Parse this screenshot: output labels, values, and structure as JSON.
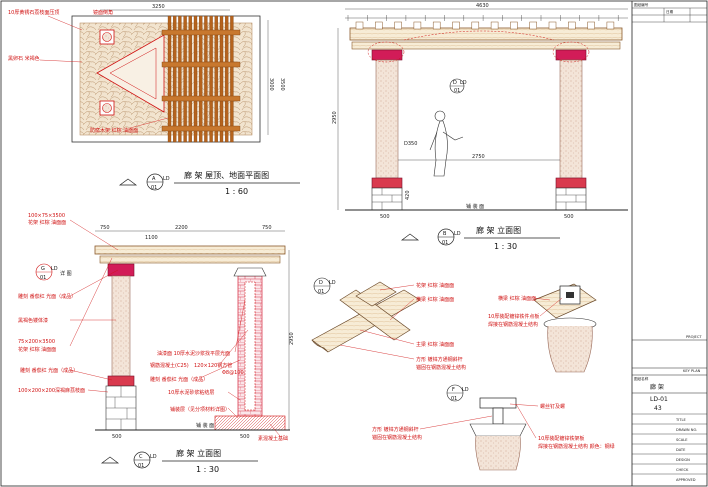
{
  "plan": {
    "title": "廊 架   屋顶、地面平面图",
    "scale": "1 : 60",
    "marker": {
      "letter": "A",
      "detail": "LD",
      "sheet": "01"
    },
    "dims": {
      "top": "3250",
      "right_a": "3000",
      "right_b": "3500"
    },
    "notes": {
      "stone_edge": "10厚黄锈石荔枝面压顶",
      "mirror_edge": "镜面倒角",
      "cobble": "黑卵石  米褐色",
      "wood_frame": "防腐木架  红棕  油面面"
    }
  },
  "elev_b": {
    "title": "廊 架   立面图",
    "scale": "1 : 30",
    "marker": {
      "letter": "B",
      "detail": "LD",
      "sheet": "01"
    },
    "detail_marker": {
      "letter": "D",
      "detail": "LD",
      "sheet": "01"
    },
    "dims": {
      "total": "4630",
      "height": "2950",
      "col_gap": "2750",
      "col_d": "D350",
      "base_h": "420",
      "base_w_l": "500",
      "base_w_r": "500"
    },
    "grade": "铺 装 面"
  },
  "elev_c": {
    "title": "廊 架   立面图",
    "scale": "1 : 30",
    "marker": {
      "letter": "C",
      "detail": "LD",
      "sheet": "01"
    },
    "detail_marker": {
      "letter": "G",
      "detail": "LD",
      "sheet": "01"
    },
    "detail_label": "详 图",
    "dims": {
      "w1": "750",
      "w2": "2200",
      "w3": "750",
      "inner": "1100",
      "height": "2950",
      "base_l": "500",
      "base_r": "500"
    },
    "notes": {
      "beam_spec": "100×75×3500",
      "beam_paint": "花架  红棕  油面面",
      "carve_top": "雕刻  番茄红  光面（成品）",
      "column_body": "黑褐色镂体漆",
      "purlin_spec": "75×200×3500",
      "purlin_paint": "花架  红棕  油面面",
      "carve_mid": "雕刻  番茄红  光面（成品）",
      "base_stone": "100×200×200深褐麻荔枝面",
      "plaster": "油漆面  10厚水泥沙浆找平层光面",
      "steel_a": "钢筋混凝土(C25)",
      "steel_b": "120×120钢方管",
      "rebar": "Φ8@100",
      "carve_low": "雕刻  番茄红  光面（成品）",
      "mortar": "10厚水泥砂浆粘结层",
      "gravel": "铺装层（见分项材料详图）",
      "grade": "铺 装 面",
      "foundation": "素混凝土基础"
    }
  },
  "detail_d": {
    "marker": {
      "letter": "D",
      "detail": "LD",
      "sheet": "01"
    },
    "notes": {
      "flower": "花架  红棕  油面面",
      "beam": "横梁  红棕  油面面",
      "main": "主梁  红棕  油面面",
      "steel": "方形  镀锌方通钢斜杆",
      "anchor": "锚固在钢筋混凝土结构"
    }
  },
  "detail_e": {
    "notes": {
      "beam": "横梁  红棕  油面面",
      "plate": "10厚装配镀锌铁件点板",
      "anchor": "焊接在钢筋混凝土结构"
    }
  },
  "detail_f": {
    "marker": {
      "letter": "F",
      "detail": "LD",
      "sheet": "01"
    },
    "notes": {
      "bolt": "螺丝钉及螺",
      "steel": "方形  镀锌方通钢斜杆",
      "anchor": "锚固在钢筋混凝土结构",
      "plate": "10厚装配镀锌铁架板",
      "weld": "焊接在钢筋混凝土结构  颜色：钢绿"
    }
  },
  "titleblock": {
    "top_a": "图纸编号",
    "top_b": "日期",
    "project_label": "PROJECT",
    "plan_label": "KEY PLAN",
    "sheet_title_label": "图纸名称",
    "sheet_title": "廊 架",
    "sheet_no": "LD-01",
    "revision": "43",
    "fields": [
      "TITLE",
      "DRAWN NO.",
      "SCALE",
      "DATE",
      "DESIGN",
      "CHECK",
      "APPROVED"
    ]
  },
  "colors": {
    "red": "#d01010",
    "wood": "#b5631d",
    "column": "#f1e0d4",
    "cap": "#d21c58",
    "base": "#d93a4e"
  }
}
